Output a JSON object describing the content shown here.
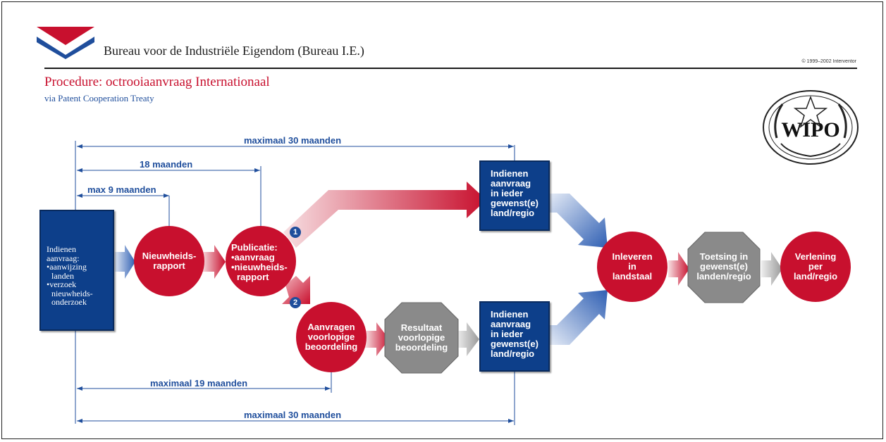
{
  "header": {
    "organization": "Bureau voor de Industriële Eigendom (Bureau I.E.)",
    "copyright": "© 1999–2002 Interventor",
    "title": "Procedure: octrooiaanvraag Internationaal",
    "subtitle": "via Patent Cooperation Treaty",
    "emblem_text": "WIPO"
  },
  "colors": {
    "red": "#c8102e",
    "blue": "#0d3f8a",
    "gray": "#8a8a8a",
    "accent": "#1f4e9c"
  },
  "timelines": {
    "top_30": "maximaal 30 maanden",
    "months_18": "18 maanden",
    "max_9": "max 9 maanden",
    "max_19": "maximaal 19 maanden",
    "bottom_30": "maximaal 30 maanden"
  },
  "nodes": {
    "indienen": {
      "line1": "Indienen",
      "line2": "aanvraag:",
      "b1a": "•aanwijzing",
      "b1b": "landen",
      "b2a": "•verzoek",
      "b2b": "nieuwheids-",
      "b2c": "onderzoek"
    },
    "nieuwheids": {
      "line1": "Nieuwheids-",
      "line2": "rapport"
    },
    "publicatie": {
      "line1": "Publicatie:",
      "line2": "•aanvraag",
      "line3": "•nieuwheids-",
      "line4": "rapport"
    },
    "indienen_top": {
      "line1": "Indienen",
      "line2": "aanvraag",
      "line3": "in ieder",
      "line4": "gewenst(e)",
      "line5": "land/regio"
    },
    "aanvragen": {
      "line1": "Aanvragen",
      "line2": "voorlopige",
      "line3": "beoordeling"
    },
    "resultaat": {
      "line1": "Resultaat",
      "line2": "voorlopige",
      "line3": "beoordeling"
    },
    "indienen_bottom": {
      "line1": "Indienen",
      "line2": "aanvraag",
      "line3": "in ieder",
      "line4": "gewenst(e)",
      "line5": "land/regio"
    },
    "inleveren": {
      "line1": "Inleveren",
      "line2": "in",
      "line3": "landstaal"
    },
    "toetsing": {
      "line1": "Toetsing in",
      "line2": "gewenst(e)",
      "line3": "landen/regio"
    },
    "verlening": {
      "line1": "Verlening",
      "line2": "per",
      "line3": "land/regio"
    }
  },
  "badges": {
    "route1": "1",
    "route2": "2"
  }
}
